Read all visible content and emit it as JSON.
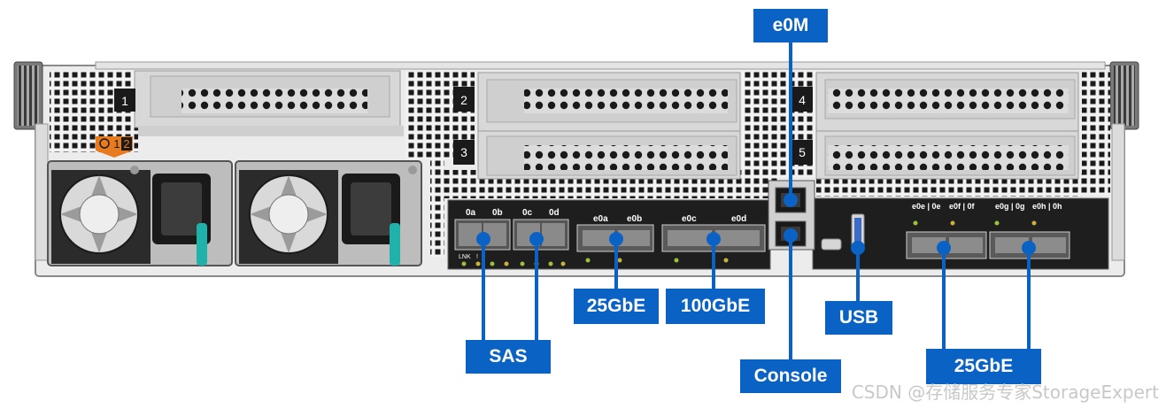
{
  "slots": {
    "slot1": "1",
    "slot2": "2",
    "slot3": "3",
    "slot4": "4",
    "slot5": "5",
    "psu_badge_1": "1",
    "psu_badge_2": "2"
  },
  "ports": {
    "sas_0a": "0a",
    "sas_0b": "0b",
    "sas_0c": "0c",
    "sas_0d": "0d",
    "e0a": "e0a",
    "e0b": "e0b",
    "e0c": "e0c",
    "e0d": "e0d",
    "mezz_e0e_0e": "e0e | 0e",
    "mezz_e0f_0f": "e0f | 0f",
    "mezz_e0g_0g": "e0g | 0g",
    "mezz_e0h_0h": "e0h | 0h",
    "lnk": "LNK",
    "bang": "!"
  },
  "callouts": {
    "e0m": "e0M",
    "sas": "SAS",
    "gbe25_left": "25GbE",
    "gbe100": "100GbE",
    "usb": "USB",
    "console": "Console",
    "gbe25_right": "25GbE"
  },
  "colors": {
    "callout_blue": "#0a63c4",
    "chassis_light": "#e6e6e6",
    "chassis_dark": "#1a1a1a",
    "handle_teal": "#20b2aa",
    "badge_orange": "#e77b1e"
  },
  "watermark": "CSDN @存储服务专家StorageExpert"
}
